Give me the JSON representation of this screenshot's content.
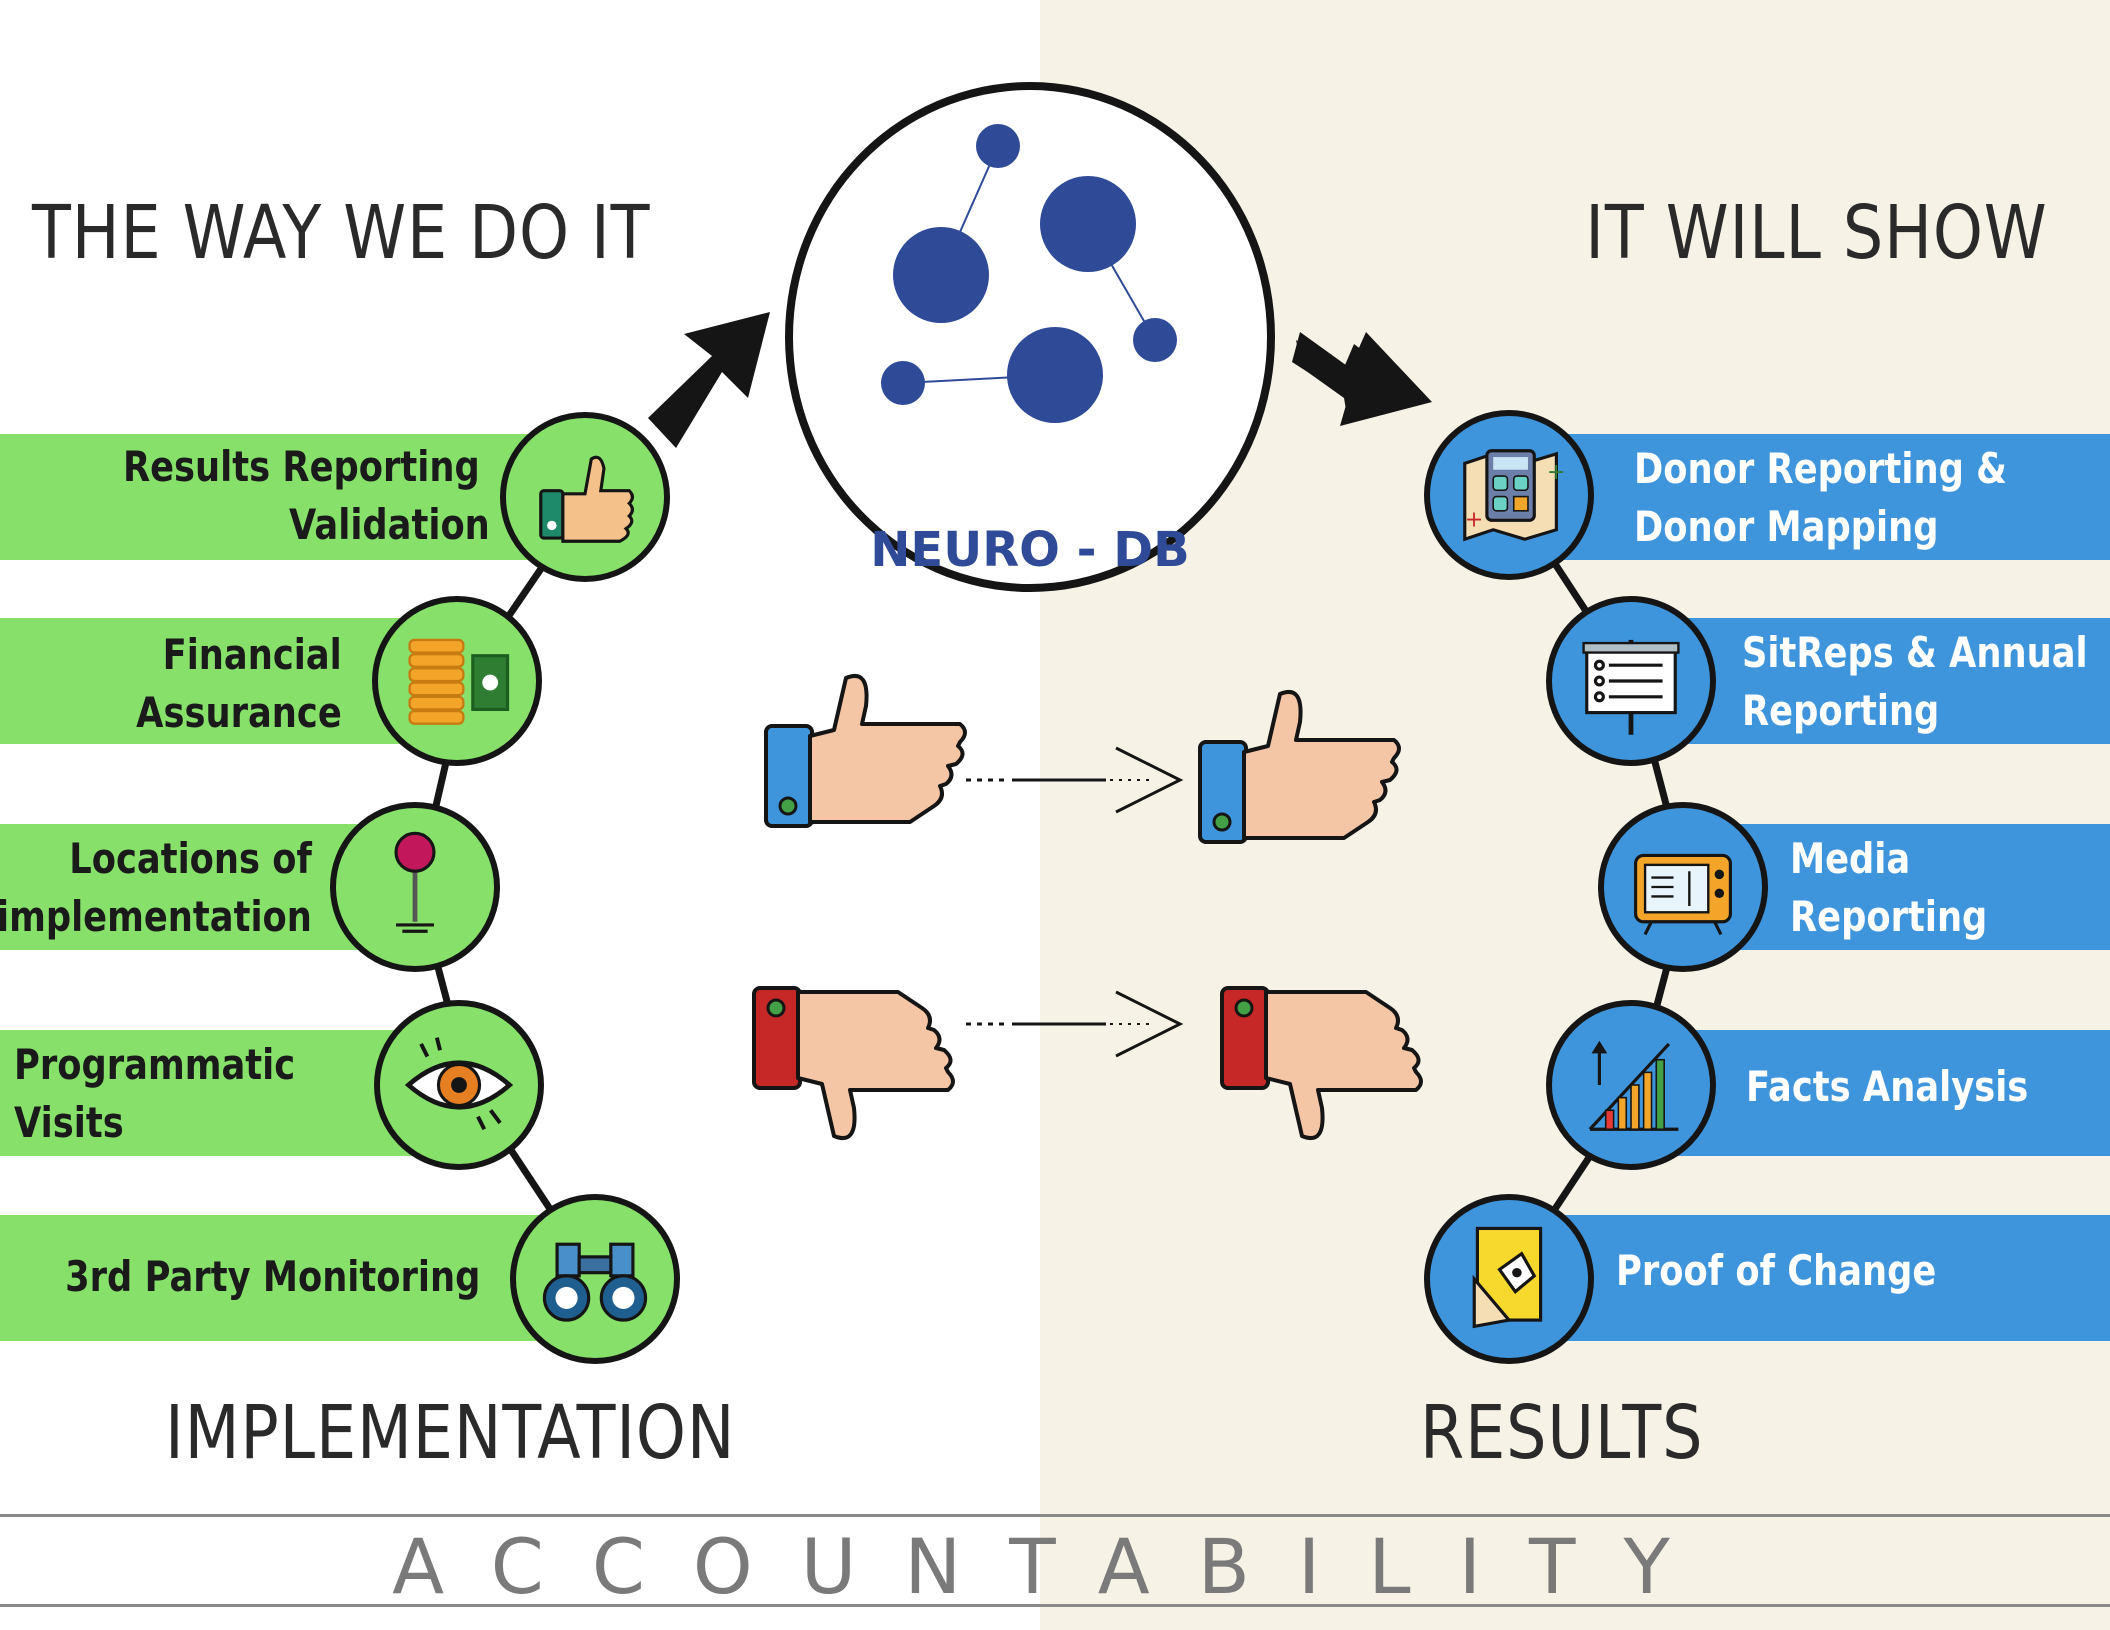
{
  "headings": {
    "top_left": "THE WAY WE DO IT",
    "top_right": "IT WILL SHOW",
    "bottom_left": "IMPLEMENTATION",
    "bottom_right": "RESULTS"
  },
  "hub": {
    "title": "NEURO - DB"
  },
  "footer": {
    "banner": "ACCOUNTABILITY"
  },
  "implementation_steps": [
    {
      "line1": "Results Reporting",
      "line2": "Validation",
      "icon": "thumbs-up-icon"
    },
    {
      "line1": "Financial",
      "line2": "Assurance",
      "icon": "coins-icon"
    },
    {
      "line1": "Locations of",
      "line2": "implementation",
      "icon": "map-pin-icon"
    },
    {
      "line1": "Programmatic",
      "line2": "Visits",
      "icon": "eye-icon"
    },
    {
      "line1": "3rd Party Monitoring",
      "icon": "binoculars-icon"
    }
  ],
  "result_steps": [
    {
      "line1": "Donor Reporting &",
      "line2": "Donor Mapping",
      "icon": "calculator-map-icon"
    },
    {
      "line1": "SitReps  & Annual",
      "line2": "Reporting",
      "icon": "presentation-board-icon"
    },
    {
      "line1": "Media",
      "line2": "Reporting",
      "icon": "tv-icon"
    },
    {
      "line1": "Facts Analysis",
      "icon": "bar-chart-icon"
    },
    {
      "line1": "Proof of  Change",
      "icon": "document-pen-icon"
    }
  ],
  "colors": {
    "implementation_green": "#86e06a",
    "results_blue": "#3f95dc",
    "hub_blue": "#2f4b97",
    "results_background": "#f6f2e6",
    "outline": "#151515"
  }
}
